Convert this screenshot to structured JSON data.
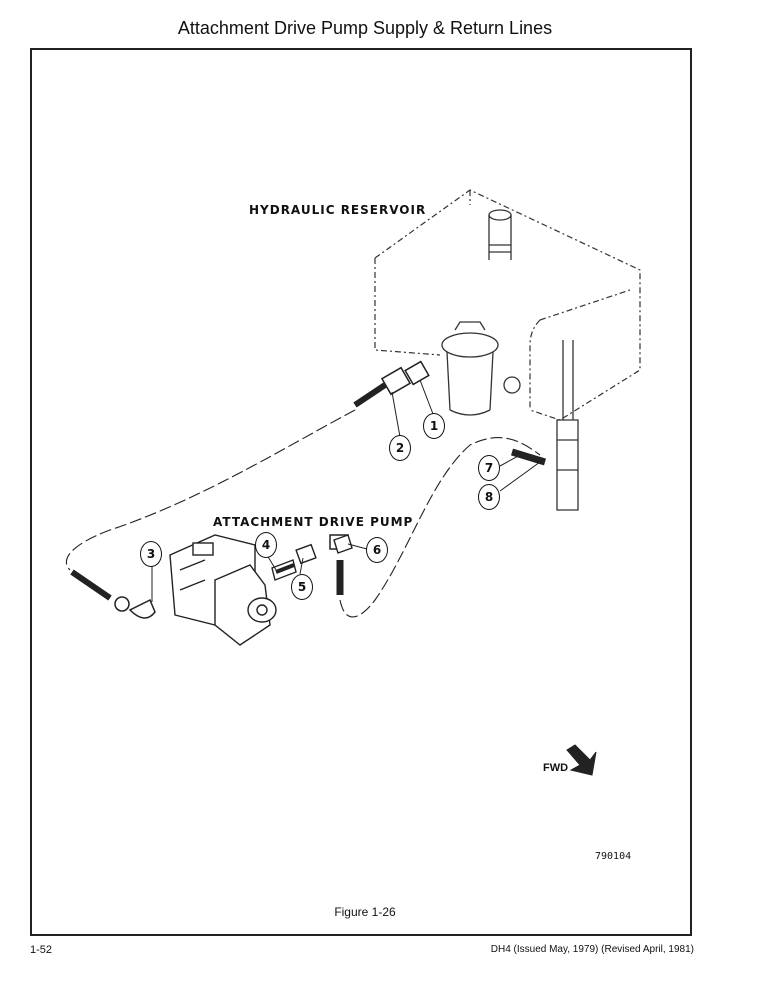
{
  "page": {
    "title": "Attachment Drive Pump Supply & Return Lines",
    "figure_caption": "Figure 1-26",
    "page_number": "1-52",
    "doc_info": "DH4 (Issued May, 1979) (Revised April, 1981)"
  },
  "diagram": {
    "reservoir_label": "HYDRAULIC RESERVOIR",
    "pump_label": "ATTACHMENT DRIVE PUMP",
    "fwd_label": "FWD",
    "drawing_code": "790104",
    "callouts": [
      "1",
      "2",
      "3",
      "4",
      "5",
      "6",
      "7",
      "8"
    ]
  }
}
